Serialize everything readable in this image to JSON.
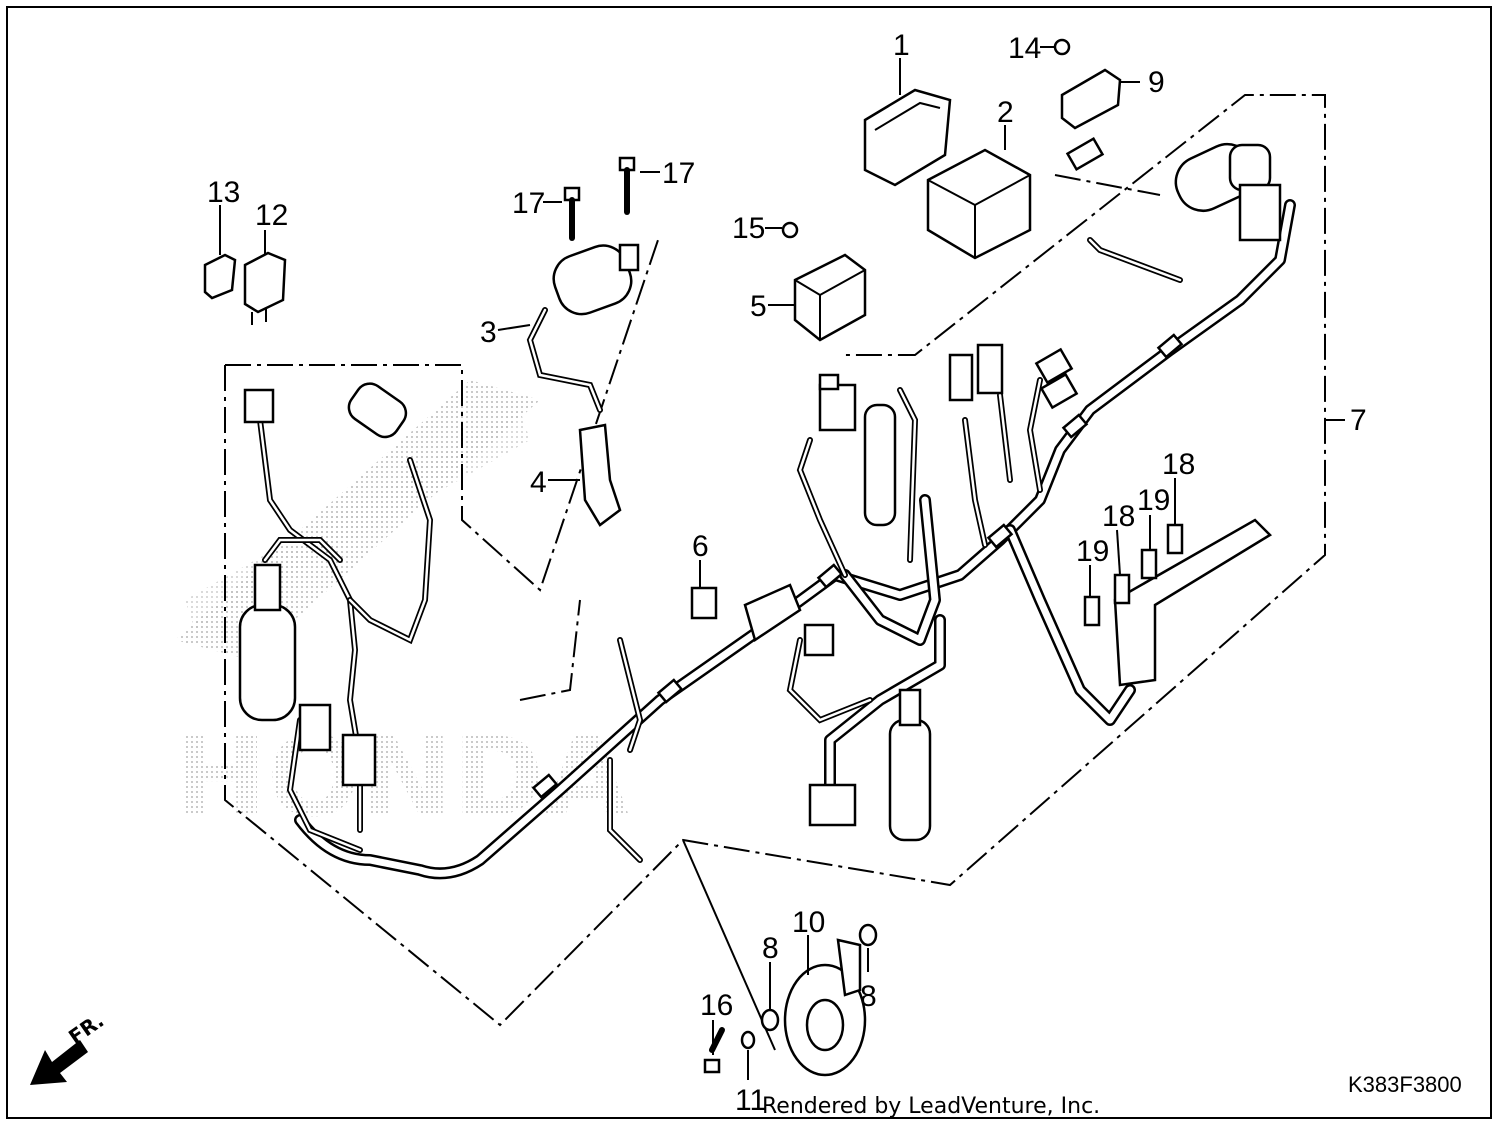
{
  "diagram": {
    "part_labels": [
      {
        "id": "p1",
        "text": "1"
      },
      {
        "id": "p2",
        "text": "2"
      },
      {
        "id": "p3",
        "text": "3"
      },
      {
        "id": "p4",
        "text": "4"
      },
      {
        "id": "p5",
        "text": "5"
      },
      {
        "id": "p6",
        "text": "6"
      },
      {
        "id": "p7",
        "text": "7"
      },
      {
        "id": "p8a",
        "text": "8"
      },
      {
        "id": "p8b",
        "text": "8"
      },
      {
        "id": "p9",
        "text": "9"
      },
      {
        "id": "p10",
        "text": "10"
      },
      {
        "id": "p11",
        "text": "11"
      },
      {
        "id": "p12",
        "text": "12"
      },
      {
        "id": "p13",
        "text": "13"
      },
      {
        "id": "p14",
        "text": "14"
      },
      {
        "id": "p15",
        "text": "15"
      },
      {
        "id": "p16",
        "text": "16"
      },
      {
        "id": "p17a",
        "text": "17"
      },
      {
        "id": "p17b",
        "text": "17"
      },
      {
        "id": "p18a",
        "text": "18"
      },
      {
        "id": "p18b",
        "text": "18"
      },
      {
        "id": "p19a",
        "text": "19"
      },
      {
        "id": "p19b",
        "text": "19"
      }
    ],
    "front_indicator": "FR.",
    "diagram_code": "K383F3800",
    "credit": "Rendered by LeadVenture, Inc.",
    "watermark": "HONDA",
    "colors": {
      "ink": "#000000",
      "paper": "#ffffff",
      "watermark": "#c8c8c8"
    }
  }
}
